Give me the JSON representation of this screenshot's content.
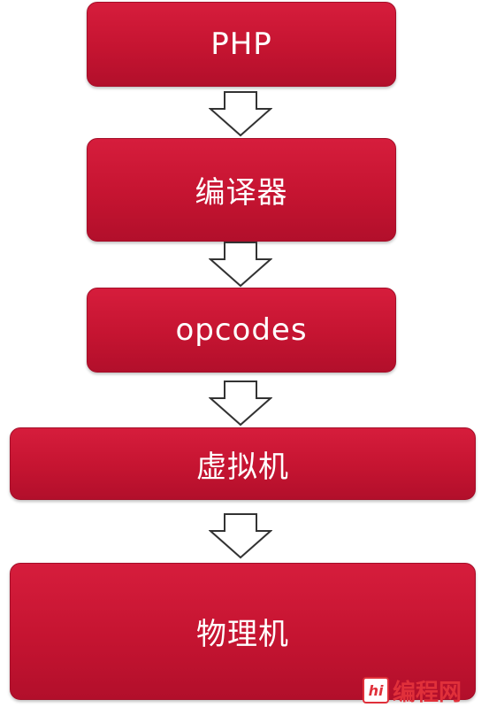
{
  "diagram": {
    "nodes": [
      {
        "id": "php",
        "label": "PHP"
      },
      {
        "id": "compiler",
        "label": "编译器"
      },
      {
        "id": "opcodes",
        "label": "opcodes"
      },
      {
        "id": "vm",
        "label": "虚拟机"
      },
      {
        "id": "physical",
        "label": "物理机"
      }
    ],
    "arrow_direction": "down",
    "colors": {
      "box_fill": "#c51431",
      "box_text": "#ffffff",
      "arrow_fill": "#ffffff",
      "arrow_stroke": "#333333"
    }
  },
  "watermark": {
    "logo_text": "hi",
    "text": "编程网",
    "color": "#e0303a"
  }
}
